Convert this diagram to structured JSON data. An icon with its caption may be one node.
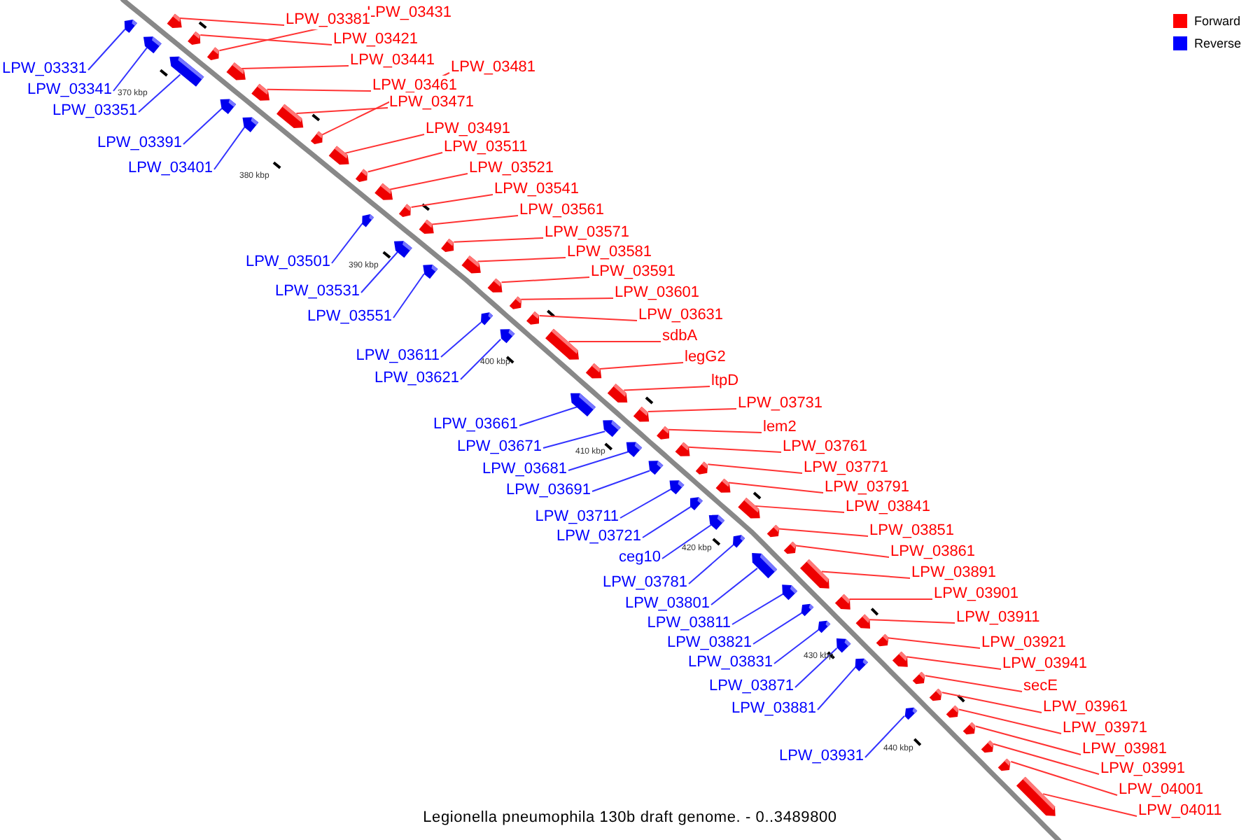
{
  "diagram": {
    "caption": "Legionella pneumophila 130b draft genome. - 0..3489800",
    "nodes": [
      {
        "text": [
          "LPW_03431"
        ]
      },
      {
        "text": [],
        "shape": "arrow"
      },
      {
        "text": [
          "LPW_03381"
        ]
      },
      {
        "text": [],
        "shape": "arrow"
      },
      {
        "text": [
          "LPW_03421"
        ]
      },
      {
        "text": [],
        "shape": "arrow"
      },
      {
        "text": [
          "LPW_03441"
        ]
      },
      {
        "text": [],
        "shape": "arrow"
      },
      {
        "text": [
          "LPW_03481"
        ]
      },
      {
        "text": [],
        "shape": "arrow"
      },
      {
        "text": [
          "LPW_03331"
        ]
      },
      {
        "text": [],
        "shape": "arrow"
      },
      {
        "text": [
          "LPW_03461"
        ]
      },
      {
        "text": [],
        "shape": "arrow"
      },
      {
        "text": [
          "LPW_03341"
        ]
      },
      {
        "text": [],
        "shape": "arrow"
      },
      {
        "text": [
          "LPW_03471"
        ]
      },
      {
        "text": [],
        "shape": "arrow"
      },
      {
        "text": [
          "LPW_03351"
        ]
      },
      {
        "text": [],
        "shape": "arrow"
      },
      {
        "text": [
          "LPW_03491"
        ]
      },
      {
        "text": [],
        "shape": "arrow"
      },
      {
        "text": [
          "LPW_03391"
        ]
      },
      {
        "text": [],
        "shape": "arrow"
      },
      {
        "text": [
          "LPW_03511"
        ]
      },
      {
        "text": [],
        "shape": "arrow"
      },
      {
        "text": [
          "LPW_03521"
        ]
      },
      {
        "text": [],
        "shape": "arrow"
      },
      {
        "text": [
          "LPW_03401"
        ]
      },
      {
        "text": [],
        "shape": "arrow"
      },
      {
        "text": [
          "LPW_03541"
        ]
      },
      {
        "text": [],
        "shape": "arrow"
      },
      {
        "text": [
          "LPW_03561"
        ]
      },
      {
        "text": [],
        "shape": "arrow"
      },
      {
        "text": [
          "LPW_03571"
        ]
      },
      {
        "text": [],
        "shape": "arrow"
      },
      {
        "text": [
          "LPW_03581"
        ]
      },
      {
        "text": [],
        "shape": "arrow"
      },
      {
        "text": [
          "LPW_03501"
        ]
      },
      {
        "text": [],
        "shape": "arrow"
      },
      {
        "text": [
          "LPW_03591"
        ]
      },
      {
        "text": [],
        "shape": "arrow"
      },
      {
        "text": [
          "LPW_03531"
        ]
      },
      {
        "text": [],
        "shape": "arrow"
      },
      {
        "text": [
          "LPW_03601"
        ]
      },
      {
        "text": [],
        "shape": "arrow"
      },
      {
        "text": [
          "LPW_03631"
        ]
      },
      {
        "text": [],
        "shape": "arrow"
      },
      {
        "text": [
          "LPW_03551"
        ]
      },
      {
        "text": [],
        "shape": "arrow"
      },
      {
        "text": [
          "sdbA"
        ]
      },
      {
        "text": [],
        "shape": "arrow"
      },
      {
        "text": [
          "LPW_03611"
        ]
      },
      {
        "text": [],
        "shape": "arrow"
      },
      {
        "text": [
          "legG2"
        ]
      },
      {
        "text": [],
        "shape": "arrow"
      },
      {
        "text": [
          "LPW_03621"
        ]
      },
      {
        "text": [],
        "shape": "arrow"
      },
      {
        "text": [
          "ltpD"
        ]
      },
      {
        "text": [],
        "shape": "arrow"
      },
      {
        "text": [
          "LPW_03731"
        ]
      },
      {
        "text": [],
        "shape": "arrow"
      },
      {
        "text": [
          "LPW_03661"
        ]
      },
      {
        "text": [],
        "shape": "arrow"
      },
      {
        "text": [
          "lem2"
        ]
      },
      {
        "text": [],
        "shape": "arrow"
      },
      {
        "text": [
          "LPW_03761"
        ]
      },
      {
        "text": [],
        "shape": "arrow"
      },
      {
        "text": [
          "LPW_03671"
        ]
      },
      {
        "text": [],
        "shape": "arrow"
      },
      {
        "text": [
          "LPW_03771"
        ]
      },
      {
        "text": [],
        "shape": "arrow"
      },
      {
        "text": [
          "LPW_03681"
        ]
      },
      {
        "text": [],
        "shape": "arrow"
      },
      {
        "text": [
          "LPW_03791"
        ]
      },
      {
        "text": [],
        "shape": "arrow"
      },
      {
        "text": [
          "LPW_03691"
        ]
      },
      {
        "text": [],
        "shape": "arrow"
      },
      {
        "text": [
          "LPW_03841"
        ]
      },
      {
        "text": [],
        "shape": "arrow"
      },
      {
        "text": [
          "LPW_03711"
        ]
      },
      {
        "text": [],
        "shape": "arrow"
      },
      {
        "text": [
          "LPW_03851"
        ]
      },
      {
        "text": [],
        "shape": "arrow"
      },
      {
        "text": [
          "LPW_03721"
        ]
      },
      {
        "text": [],
        "shape": "arrow"
      },
      {
        "text": [
          "LPW_03861"
        ]
      },
      {
        "text": [],
        "shape": "arrow"
      },
      {
        "text": [
          "ceg10"
        ]
      },
      {
        "text": [],
        "shape": "arrow"
      },
      {
        "text": [
          "LPW_03891"
        ]
      },
      {
        "text": [],
        "shape": "arrow"
      },
      {
        "text": [
          "LPW_03781"
        ]
      },
      {
        "text": [],
        "shape": "arrow"
      },
      {
        "text": [
          "LPW_03901"
        ]
      },
      {
        "text": [],
        "shape": "arrow"
      },
      {
        "text": [
          "LPW_03801"
        ]
      },
      {
        "text": [],
        "shape": "arrow"
      },
      {
        "text": [
          "LPW_03911"
        ]
      },
      {
        "text": [],
        "shape": "arrow"
      },
      {
        "text": [
          "LPW_03811"
        ]
      },
      {
        "text": [],
        "shape": "arrow"
      },
      {
        "text": [
          "LPW_03921"
        ]
      },
      {
        "text": [],
        "shape": "arrow"
      },
      {
        "text": [
          "LPW_03821"
        ]
      },
      {
        "text": [],
        "shape": "arrow"
      },
      {
        "text": [
          "LPW_03831"
        ]
      },
      {
        "text": [],
        "shape": "arrow"
      },
      {
        "text": [
          "LPW_03941"
        ]
      },
      {
        "text": [],
        "shape": "arrow"
      },
      {
        "text": [
          "secE"
        ]
      },
      {
        "text": [],
        "shape": "arrow"
      },
      {
        "text": [
          "LPW_03871"
        ]
      },
      {
        "text": [],
        "shape": "arrow"
      },
      {
        "text": [
          "LPW_03961"
        ]
      },
      {
        "text": [],
        "shape": "arrow"
      },
      {
        "text": [
          "LPW_03881"
        ]
      },
      {
        "text": [],
        "shape": "arrow"
      },
      {
        "text": [
          "LPW_03971"
        ]
      },
      {
        "text": [],
        "shape": "arrow"
      },
      {
        "text": [
          "LPW_03981"
        ]
      },
      {
        "text": [],
        "shape": "arrow"
      },
      {
        "text": [
          "LPW_03931"
        ]
      },
      {
        "text": [],
        "shape": "arrow"
      },
      {
        "text": [
          "LPW_03991"
        ]
      },
      {
        "text": [],
        "shape": "arrow"
      },
      {
        "text": [
          "LPW_04001"
        ]
      },
      {
        "text": [],
        "shape": "arrow"
      },
      {
        "text": [
          "LPW_04011"
        ]
      },
      {
        "text": [],
        "shape": "arrow"
      }
    ],
    "edges": [
      {
        "from": 0,
        "to": 1,
        "arrow": "none"
      },
      {
        "from": 2,
        "to": 3,
        "arrow": "none"
      },
      {
        "from": 4,
        "to": 5,
        "arrow": "none"
      },
      {
        "from": 6,
        "to": 7,
        "arrow": "none"
      },
      {
        "from": 8,
        "to": 9,
        "arrow": "none"
      },
      {
        "from": 10,
        "to": 11,
        "arrow": "none",
        "color": "#3333ff"
      },
      {
        "from": 12,
        "to": 13,
        "arrow": "none"
      },
      {
        "from": 14,
        "to": 15,
        "arrow": "none",
        "color": "#3333ff"
      },
      {
        "from": 16,
        "to": 17,
        "arrow": "none"
      },
      {
        "from": 18,
        "to": 19,
        "arrow": "none",
        "color": "#3333ff"
      },
      {
        "from": 20,
        "to": 21,
        "arrow": "none"
      },
      {
        "from": 22,
        "to": 23,
        "arrow": "none",
        "color": "#3333ff"
      },
      {
        "from": 24,
        "to": 25,
        "arrow": "none"
      },
      {
        "from": 26,
        "to": 27,
        "arrow": "none"
      },
      {
        "from": 28,
        "to": 29,
        "arrow": "none",
        "color": "#3333ff"
      },
      {
        "from": 30,
        "to": 31,
        "arrow": "none"
      },
      {
        "from": 32,
        "to": 33,
        "arrow": "none"
      },
      {
        "from": 34,
        "to": 35,
        "arrow": "none"
      },
      {
        "from": 36,
        "to": 37,
        "arrow": "none"
      },
      {
        "from": 38,
        "to": 39,
        "arrow": "none",
        "color": "#3333ff"
      },
      {
        "from": 40,
        "to": 41,
        "arrow": "none"
      },
      {
        "from": 42,
        "to": 43,
        "arrow": "none",
        "color": "#3333ff"
      },
      {
        "from": 44,
        "to": 45,
        "arrow": "none"
      },
      {
        "from": 46,
        "to": 47,
        "arrow": "none"
      },
      {
        "from": 48,
        "to": 49,
        "arrow": "none",
        "color": "#3333ff"
      },
      {
        "from": 50,
        "to": 51,
        "arrow": "none"
      },
      {
        "from": 52,
        "to": 53,
        "arrow": "none",
        "color": "#3333ff"
      },
      {
        "from": 54,
        "to": 55,
        "arrow": "none"
      },
      {
        "from": 56,
        "to": 57,
        "arrow": "none",
        "color": "#3333ff"
      },
      {
        "from": 58,
        "to": 59,
        "arrow": "none"
      },
      {
        "from": 60,
        "to": 61,
        "arrow": "none"
      },
      {
        "from": 62,
        "to": 63,
        "arrow": "none",
        "color": "#3333ff"
      },
      {
        "from": 64,
        "to": 65,
        "arrow": "none"
      },
      {
        "from": 66,
        "to": 67,
        "arrow": "none"
      },
      {
        "from": 68,
        "to": 69,
        "arrow": "none",
        "color": "#3333ff"
      },
      {
        "from": 70,
        "to": 71,
        "arrow": "none"
      },
      {
        "from": 72,
        "to": 73,
        "arrow": "none",
        "color": "#3333ff"
      },
      {
        "from": 74,
        "to": 75,
        "arrow": "none"
      },
      {
        "from": 76,
        "to": 77,
        "arrow": "none",
        "color": "#3333ff"
      },
      {
        "from": 78,
        "to": 79,
        "arrow": "none"
      },
      {
        "from": 80,
        "to": 81,
        "arrow": "none",
        "color": "#3333ff"
      },
      {
        "from": 82,
        "to": 83,
        "arrow": "none"
      },
      {
        "from": 84,
        "to": 85,
        "arrow": "none",
        "color": "#3333ff"
      },
      {
        "from": 86,
        "to": 87,
        "arrow": "none"
      },
      {
        "from": 88,
        "to": 89,
        "arrow": "none",
        "color": "#3333ff"
      },
      {
        "from": 90,
        "to": 91,
        "arrow": "none"
      },
      {
        "from": 92,
        "to": 93,
        "arrow": "none",
        "color": "#3333ff"
      },
      {
        "from": 94,
        "to": 95,
        "arrow": "none"
      },
      {
        "from": 96,
        "to": 97,
        "arrow": "none",
        "color": "#3333ff"
      },
      {
        "from": 98,
        "to": 99,
        "arrow": "none"
      },
      {
        "from": 100,
        "to": 101,
        "arrow": "none",
        "color": "#3333ff"
      },
      {
        "from": 102,
        "to": 103,
        "arrow": "none"
      },
      {
        "from": 104,
        "to": 105,
        "arrow": "none",
        "color": "#3333ff"
      },
      {
        "from": 106,
        "to": 107,
        "arrow": "none",
        "color": "#3333ff"
      },
      {
        "from": 108,
        "to": 109,
        "arrow": "none"
      },
      {
        "from": 110,
        "to": 111,
        "arrow": "none"
      },
      {
        "from": 112,
        "to": 113,
        "arrow": "none",
        "color": "#3333ff"
      },
      {
        "from": 114,
        "to": 115,
        "arrow": "none"
      },
      {
        "from": 116,
        "to": 117,
        "arrow": "none",
        "color": "#3333ff"
      },
      {
        "from": 118,
        "to": 119,
        "arrow": "none"
      },
      {
        "from": 120,
        "to": 121,
        "arrow": "none"
      },
      {
        "from": 122,
        "to": 123,
        "arrow": "none",
        "color": "#3333ff"
      },
      {
        "from": 124,
        "to": 125,
        "arrow": "none"
      },
      {
        "from": 126,
        "to": 127,
        "arrow": "none"
      },
      {
        "from": 128,
        "to": 129,
        "arrow": "none"
      }
    ],
    "labels": [
      "370 kbp",
      "380 kbp",
      "390 kbp",
      "400 kbp",
      "410 kbp",
      "420 kbp",
      "430 kbp",
      "440 kbp"
    ],
    "legend": [
      {
        "text": "Forward",
        "color": "#ff0000"
      },
      {
        "text": "Reverse",
        "color": "#0000ff"
      }
    ]
  }
}
